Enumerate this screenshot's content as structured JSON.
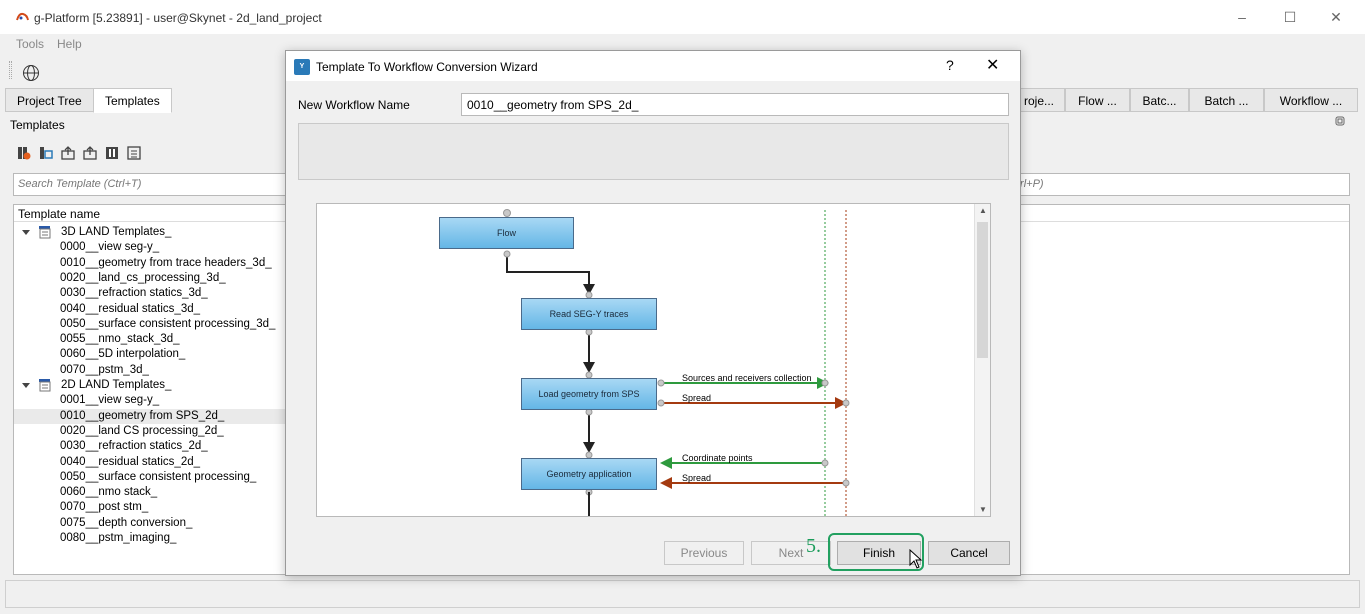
{
  "app": {
    "title": "g-Platform [5.23891] - user@Skynet - 2d_land_project",
    "minimize_icon": "minimize-icon",
    "maximize_icon": "maximize-icon",
    "close_icon": "close-icon"
  },
  "menu": {
    "tools": "Tools",
    "help": "Help"
  },
  "left_tabs": {
    "project_tree": "Project Tree",
    "templates": "Templates"
  },
  "templates_panel": {
    "label": "Templates",
    "search_placeholder": "Search Template (Ctrl+T)",
    "column_header": "Template name",
    "groups": [
      {
        "name": "3D LAND Templates_",
        "items": [
          "0000__view seg-y_",
          "0010__geometry from trace headers_3d_",
          "0020__land_cs_processing_3d_",
          "0030__refraction statics_3d_",
          "0040__residual statics_3d_",
          "0050__surface consistent processing_3d_",
          "0055__nmo_stack_3d_",
          "0060__5D interpolation_",
          "0070__pstm_3d_"
        ]
      },
      {
        "name": "2D LAND Templates_",
        "items": [
          "0001__view seg-y_",
          "0010__geometry from SPS_2d_",
          "0020__land CS processing_2d_",
          "0030__refraction statics_2d_",
          "0040__residual statics_2d_",
          "0050__surface consistent processing_",
          "0060__nmo stack_",
          "0070__post stm_",
          "0075__depth conversion_",
          "0080__pstm_imaging_"
        ]
      }
    ],
    "selected_item": "0010__geometry from SPS_2d_"
  },
  "right_tabs": [
    "roje...",
    "Flow ...",
    "Batc...",
    "Batch ...",
    "Workflow ..."
  ],
  "right_search_placeholder": "trl+P)",
  "dialog": {
    "title": "Template To Workflow Conversion Wizard",
    "help": "?",
    "close": "✕",
    "name_label": "New Workflow Name",
    "name_value": "0010__geometry from SPS_2d_",
    "flow": {
      "nodes": [
        "Flow",
        "Read SEG-Y traces",
        "Load geometry from SPS",
        "Geometry application"
      ],
      "port_labels": [
        "Sources and receivers collection",
        "Spread",
        "Coordinate points",
        "Spread"
      ],
      "colors": {
        "green": "#2e9a3e",
        "red": "#a43a10",
        "node_fill": "#7cc4ec"
      }
    },
    "buttons": {
      "previous": "Previous",
      "next": "Next",
      "finish": "Finish",
      "cancel": "Cancel"
    },
    "step_marker": "5."
  }
}
